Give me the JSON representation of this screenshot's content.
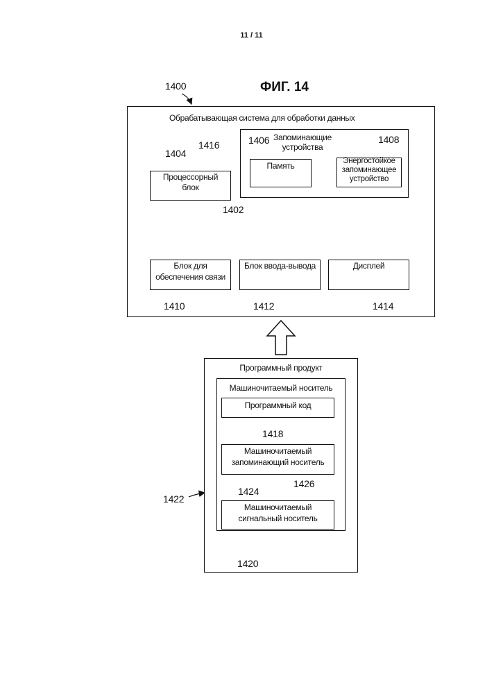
{
  "page_number": "11 / 11",
  "figure_title": "ФИГ. 14",
  "system": {
    "ref": "1400",
    "label": "Обрабатывающая система для обработки данных",
    "storage": {
      "ref": "1416",
      "label_line1": "Запоминающие",
      "label_line2": "устройства"
    },
    "memory": {
      "ref": "1406",
      "label": "Память"
    },
    "persistent_storage": {
      "ref": "1408",
      "label_line1": "Энергостойкое",
      "label_line2": "запоминающее",
      "label_line3": "устройство"
    },
    "processor": {
      "ref": "1404",
      "label_line1": "Процессорный",
      "label_line2": "блок"
    },
    "bus": {
      "ref": "1402"
    },
    "communications": {
      "ref": "1410",
      "label_line1": "Блок для",
      "label_line2": "обеспечения связи"
    },
    "io": {
      "ref": "1412",
      "label": "Блок ввода-вывода"
    },
    "display": {
      "ref": "1414",
      "label": "Дисплей"
    }
  },
  "program_product": {
    "ref": "1420",
    "label": "Программный продукт",
    "media": {
      "ref": "1422",
      "label": "Машиночитаемый носитель",
      "program_code": {
        "ref": "1418",
        "label": "Программный код"
      },
      "storage_media": {
        "ref": "1424",
        "label_line1": "Машиночитаемый",
        "label_line2": "запоминающий носитель"
      },
      "signal_media": {
        "ref": "1426",
        "label_line1": "Машиночитаемый",
        "label_line2": "сигнальный носитель"
      }
    }
  }
}
